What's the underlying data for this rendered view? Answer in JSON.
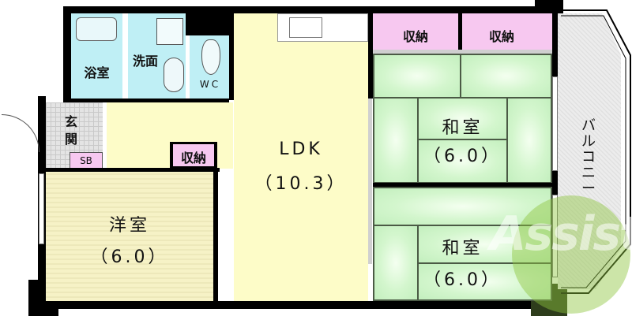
{
  "floorplan": {
    "rooms": {
      "bath": {
        "label": "浴室"
      },
      "washroom": {
        "label": "洗面"
      },
      "wc": {
        "label": "WC"
      },
      "entrance": {
        "label": "玄関"
      },
      "shoe_box": {
        "label": "SB"
      },
      "hall_storage": {
        "label": "収納"
      },
      "ldk": {
        "label": "LDK",
        "size": "（10.3）"
      },
      "western_room": {
        "label": "洋室",
        "size": "（6.0）"
      },
      "storage_1": {
        "label": "収納"
      },
      "storage_2": {
        "label": "収納"
      },
      "japanese_room_1": {
        "label": "和室",
        "size": "（6.0）"
      },
      "japanese_room_2": {
        "label": "和室",
        "size": "（6.0）"
      },
      "balcony": {
        "label": "バルコニー"
      }
    },
    "watermark": {
      "text": "Assist"
    },
    "colors": {
      "wall": "#000000",
      "wet_area": "#bfeff5",
      "ldk": "#fdfcc8",
      "storage": "#f7c8f0",
      "tatami": "#d3f6cd",
      "western": "#f6f2c6",
      "balcony": "#e4e4e4",
      "watermark": "#8fc63f"
    }
  }
}
